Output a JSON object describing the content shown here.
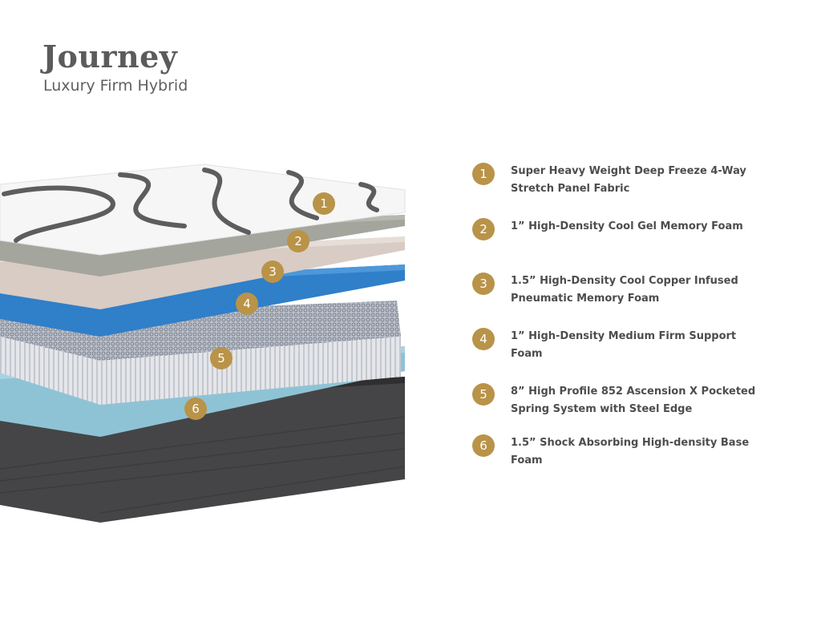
{
  "header": {
    "title": "Journey",
    "subtitle": "Luxury Firm Hybrid"
  },
  "colors": {
    "badge": "#b99348",
    "cover": "#f6f6f6",
    "gel_foam": "#a4a59d",
    "copper_foam": "#d8ccc5",
    "support_foam": "#2f7fc9",
    "springs": "#c9ccd3",
    "base_foam": "#8ec3d6",
    "base": "#4a4a4c"
  },
  "layers": [
    {
      "number": "1",
      "text": "Super Heavy Weight Deep Freeze 4-Way Stretch Panel Fabric"
    },
    {
      "number": "2",
      "text": "1” High-Density Cool Gel Memory Foam"
    },
    {
      "number": "3",
      "text": "1.5” High-Density Cool Copper Infused Pneumatic Memory Foam"
    },
    {
      "number": "4",
      "text": "1” High-Density Medium Firm Support Foam"
    },
    {
      "number": "5",
      "text": "8” High Profile 852 Ascension X Pocketed Spring System with Steel Edge"
    },
    {
      "number": "6",
      "text": "1.5” Shock Absorbing High-density Base Foam"
    }
  ]
}
